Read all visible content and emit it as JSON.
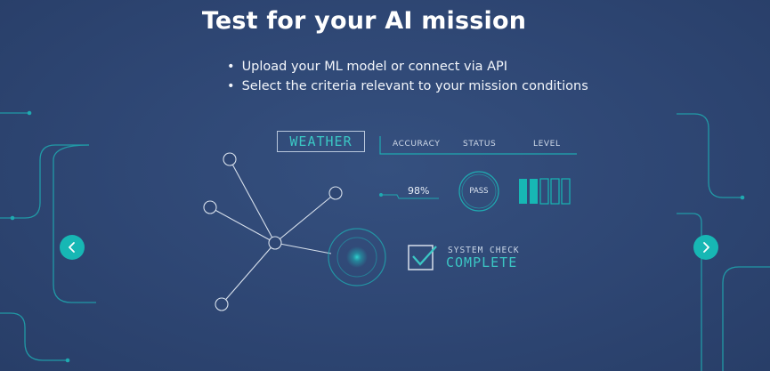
{
  "header": {
    "title": "Test for your AI mission",
    "bullets": [
      "Upload your ML model or connect via API",
      "Select the criteria relevant to your mission conditions"
    ]
  },
  "dashboard": {
    "weather_label": "WEATHER",
    "columns": {
      "accuracy": "ACCURACY",
      "status": "STATUS",
      "level": "LEVEL"
    },
    "accuracy_value": "98%",
    "status_value": "PASS",
    "level_filled": 2,
    "level_total": 5,
    "system_check_label": "SYSTEM CHECK",
    "system_check_status": "COMPLETE"
  },
  "carousel": {
    "prev_icon": "chevron-left-icon",
    "next_icon": "chevron-right-icon"
  },
  "colors": {
    "accent": "#17b7b4",
    "background": "#2e4673",
    "text_teal": "#3bc6c4"
  }
}
